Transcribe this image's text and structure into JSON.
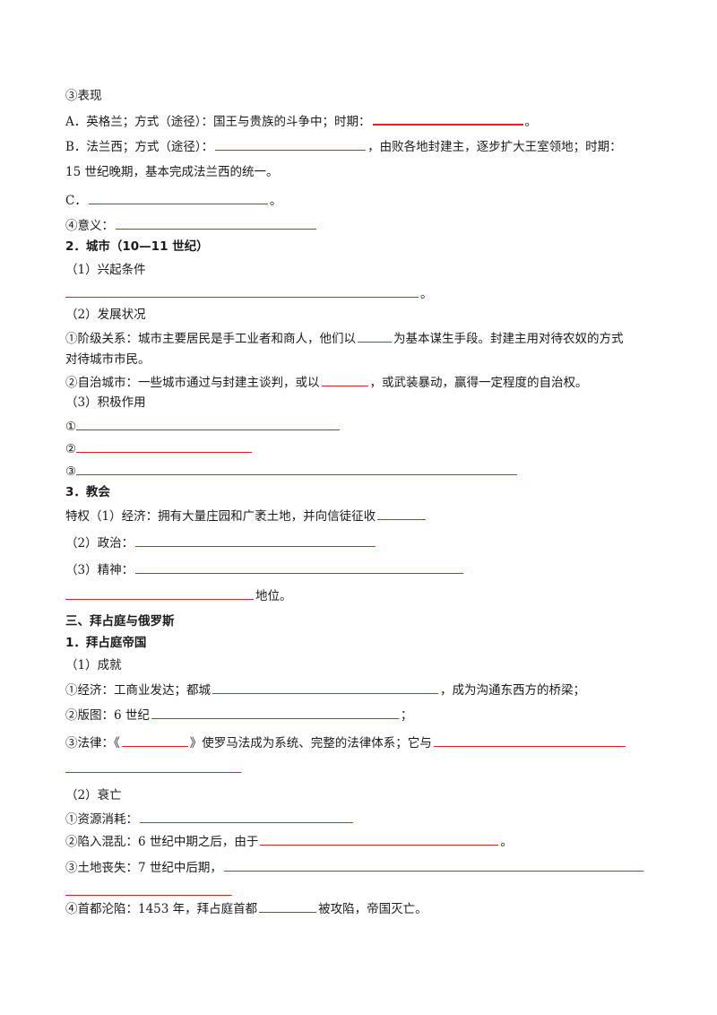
{
  "lines": {
    "l01": "③表现",
    "l02a": "A．英格兰；方式（途径）：国王与贵族的斗争中；时期：",
    "l02b": "。",
    "l03a": "B．法兰西；方式（途径）：",
    "l03b": "，由败各地封建主，逐步扩大王室领地；时期：",
    "l04": "15 世纪晚期，基本完成法兰西的统一。",
    "l05a": "C．",
    "l05b": "。",
    "l06a": "④意义：",
    "l07": "2．城市（10—11 世纪）",
    "l08": "（1）兴起条件",
    "l09b": "。",
    "l10": "（2）发展状况",
    "l11a": "①阶级关系：城市主要居民是手工业者和商人，他们以",
    "l11b": "为基本谋生手段。封建主用对待农奴的方式",
    "l12": "对待城市市民。",
    "l13a": "②自治城市：一些城市通过与封建主谈判，或以",
    "l13b": "，或武装暴动，赢得一定程度的自治权。",
    "l14": "（3）积极作用",
    "l15a": "①",
    "l16a": "②",
    "l17a": "③",
    "l18": "3．教会",
    "l19a": "特权（1）经济：拥有大量庄园和广袤土地，并向信徒征收",
    "l20a": "（2）政治：",
    "l21a": "（3）精神：",
    "l22b": "地位。",
    "l23": "三、拜占庭与俄罗斯",
    "l24": "1．拜占庭帝国",
    "l25": "（1）成就",
    "l26a": "①经济：工商业发达；都城",
    "l26b": "，成为沟通东西方的桥梁；",
    "l27a": "②版图：6 世纪",
    "l27b": "；",
    "l28a": "③法律：《",
    "l28b": "》使罗马法成为系统、完整的法律体系；它与",
    "l30": "（2）衰亡",
    "l31a": "①资源消耗：",
    "l32a": "②陷入混乱：6 世纪中期之后，由于",
    "l32b": "。",
    "l33a": "③土地丧失：7 世纪中后期，",
    "l35a": "④首都沦陷：1453 年，拜占庭首都",
    "l35b": "被攻陷，帝国灭亡。"
  },
  "colors": {
    "blank_line": "#dd2222",
    "text": "#1a1a1a",
    "background": "#ffffff"
  }
}
